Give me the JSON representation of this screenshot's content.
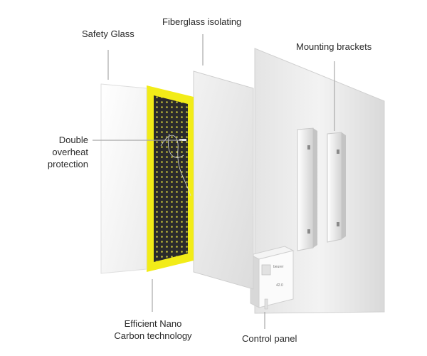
{
  "labels": {
    "safety_glass": "Safety Glass",
    "fiberglass": "Fiberglass isolating",
    "mounting": "Mounting brackets",
    "overheat": [
      "Double",
      "overheat",
      "protection"
    ],
    "nano": [
      "Efficient Nano",
      "Carbon technology"
    ],
    "control": "Control panel"
  },
  "control_panel_text": {
    "brand": "beurer",
    "readout": "42.0"
  },
  "colors": {
    "heating_frame": "#f2ec18",
    "carbon_mesh": "#2b2b2b",
    "carbon_dots": "#c9c43a",
    "glass": "#f7f7f7",
    "fiberglass": "#eaeaea",
    "back_panel": "#eeeeee",
    "leader_line": "#a8a8a8"
  }
}
